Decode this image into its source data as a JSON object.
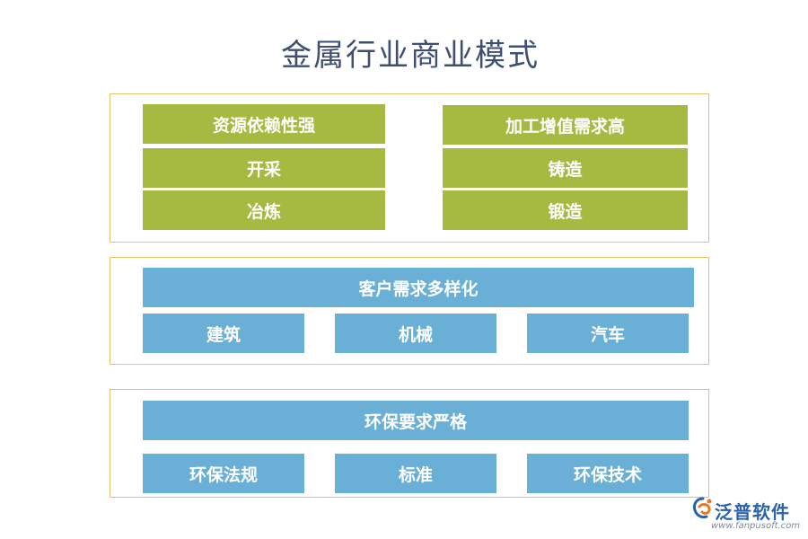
{
  "title": "金属行业商业模式",
  "section1": {
    "left": [
      "资源依赖性强",
      "开采",
      "冶炼"
    ],
    "right": [
      "加工增值需求高",
      "铸造",
      "锻造"
    ]
  },
  "section2": {
    "header": "客户需求多样化",
    "items": [
      "建筑",
      "机械",
      "汽车"
    ]
  },
  "section3": {
    "header": "环保要求严格",
    "items": [
      "环保法规",
      "标准",
      "环保技术"
    ]
  },
  "logo": {
    "name": "泛普软件",
    "url": "www.fanpusoft.com"
  },
  "colors": {
    "green": "#a6ba42",
    "blue": "#6aafd5",
    "border": "#e2c26a",
    "title": "#3d4f72"
  }
}
